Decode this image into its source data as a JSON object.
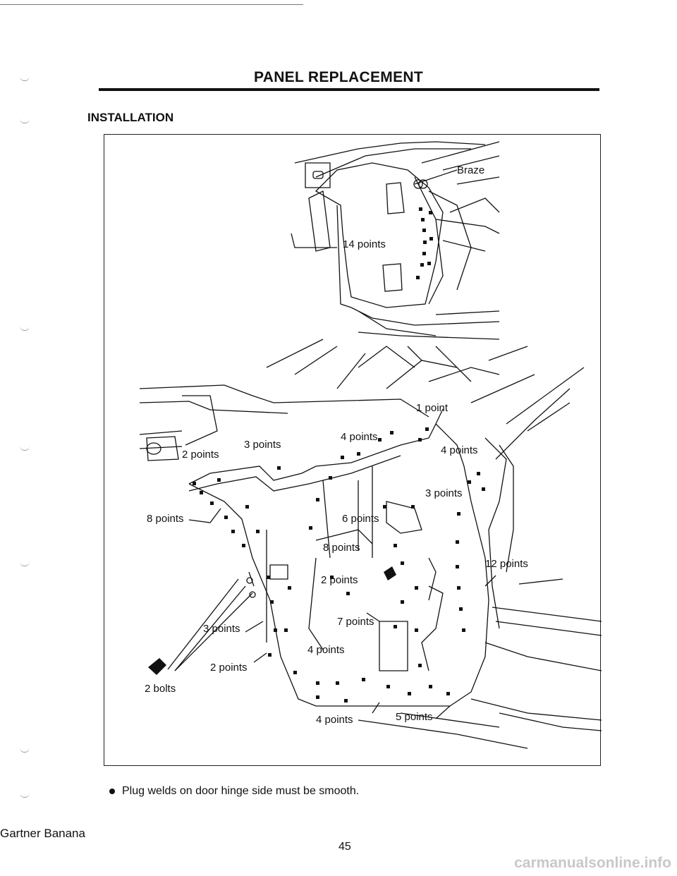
{
  "header": {
    "title": "PANEL REPLACEMENT"
  },
  "section": {
    "heading": "INSTALLATION"
  },
  "figure": {
    "labels": {
      "braze": "Braze",
      "points_14": "14 points",
      "point_1": "1 point",
      "points_4_top": "4 points",
      "points_4_right": "4 points",
      "points_3_top": "3 points",
      "points_2_left": "2 points",
      "points_3_right": "3 points",
      "points_8_left": "8 points",
      "points_6": "6 points",
      "points_8_center": "8 points",
      "points_12": "12 points",
      "points_2_center": "2 points",
      "points_7": "7 points",
      "points_3_lower": "3 points",
      "points_4_lower": "4 points",
      "points_2_lower": "2 points",
      "bolts_2": "2 bolts",
      "points_4_bottom": "4 points",
      "points_5": "5 points"
    }
  },
  "note": {
    "text": "Plug welds on door hinge side must be smooth."
  },
  "footer": {
    "left_text": "Gartner Banana",
    "page_number": "45"
  },
  "watermark": {
    "text": "carmanualsonline.info"
  }
}
